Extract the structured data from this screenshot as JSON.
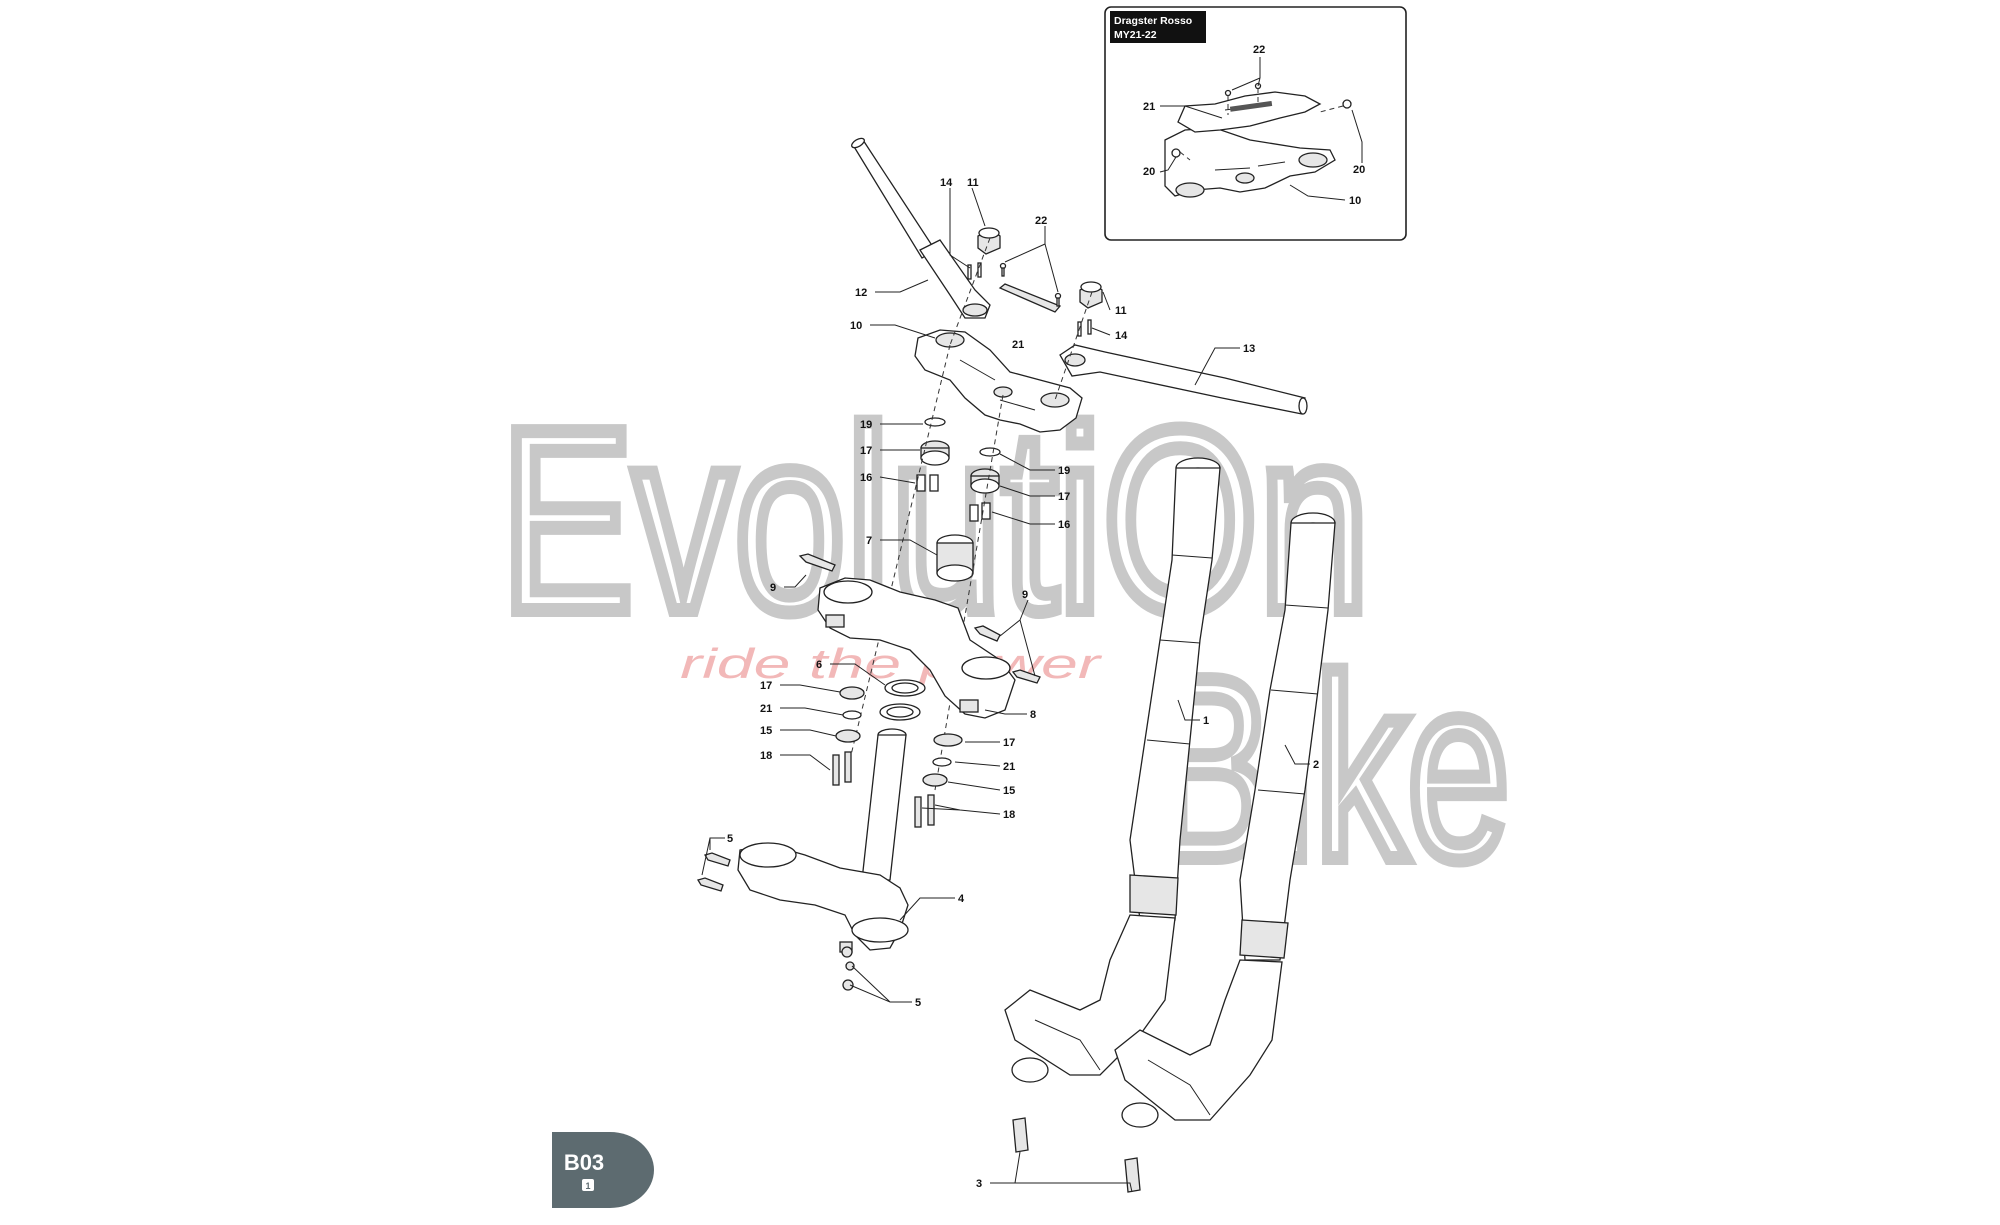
{
  "watermark": {
    "line1": "EvolutiOn",
    "line2": "Bike",
    "tagline": "ride the power",
    "line1_color": "#c8c8c8",
    "line2_color": "#c8c8c8",
    "tagline_color": "#f2b8b8"
  },
  "inset": {
    "title_line1": "Dragster Rosso",
    "title_line2": "MY21-22",
    "callouts": [
      "22",
      "21",
      "20",
      "20",
      "10"
    ]
  },
  "callouts": [
    "14",
    "11",
    "22",
    "12",
    "11",
    "14",
    "10",
    "13",
    "21",
    "19",
    "17",
    "19",
    "16",
    "17",
    "16",
    "7",
    "9",
    "9",
    "6",
    "17",
    "21",
    "8",
    "15",
    "17",
    "18",
    "21",
    "15",
    "18",
    "5",
    "4",
    "1",
    "2",
    "5",
    "3"
  ],
  "page_badge": {
    "code": "B03",
    "sheet": "1",
    "color": "#5d6b70"
  }
}
